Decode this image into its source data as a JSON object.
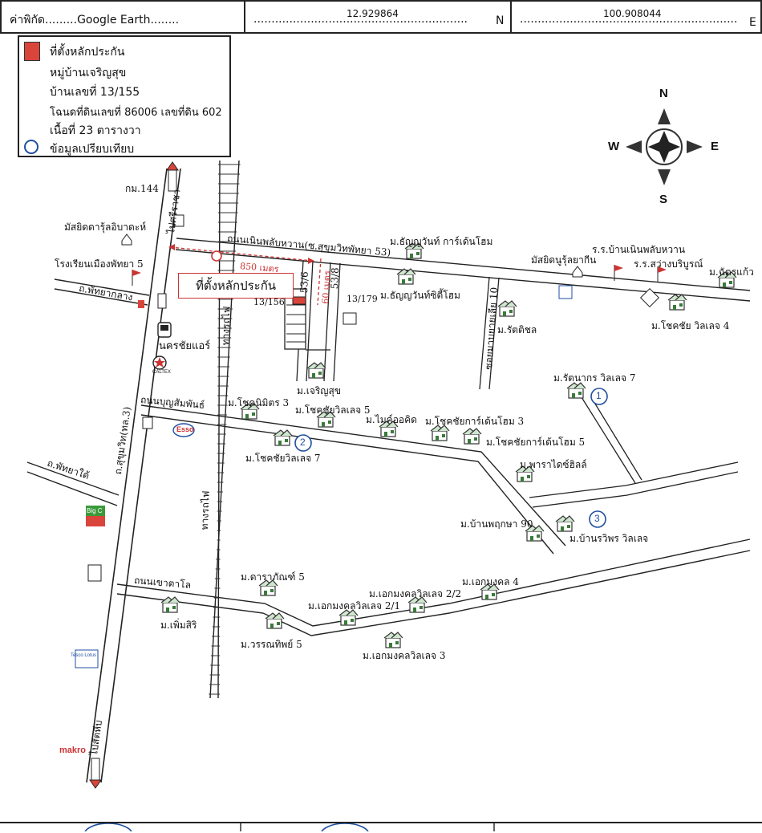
{
  "header": {
    "coord_label": "ค่าพิกัด.........Google Earth........",
    "latitude": "12.929864",
    "lat_suffix": "N",
    "longitude": "100.908044",
    "lon_suffix": "E"
  },
  "legend": {
    "subject_label": "ที่ตั้งหลักประกัน",
    "village": "หมู่บ้านเจริญสุข",
    "house_no": "บ้านเลขที่ 13/155",
    "deed": "โฉนดที่ดินเลขที่ 86006 เลขที่ดิน 602",
    "area": "เนื้อที่ 23 ตารางวา",
    "comparable_label": "ข้อมูลเปรียบเทียบ",
    "subject_color": "#d9453a",
    "comparable_color": "#1f4fa0"
  },
  "compass": {
    "n": "N",
    "s": "S",
    "e": "E",
    "w": "W"
  },
  "roads": {
    "nernplubwan": "ถนนเนินพลับหวาน(ซ.สุขุมวิทพัทยา 53)",
    "boonsamphan": "ถนนบุญสัมพันธ์",
    "khaotalo": "ถนนเขาตาโล",
    "sukhumvit": "ถ.สุขุมวิท(ทล.3)",
    "pattaya_tai": "ถ.พัทยาใต้",
    "pattaya_klang": "ถ.พัทยากลาง",
    "to_sriracha": "ไปศรีราชา",
    "to_sattahip": "ไปสัตหีบ",
    "rail1": "ทางรถไฟ",
    "rail2": "ทางรถไฟ",
    "soi_536": "53/6",
    "soi_538": "53/8",
    "soi_10": "ซอยมาบยายเลีย 10"
  },
  "distances": {
    "d850": "850 เมตร",
    "d60": "60 เมตร"
  },
  "subject_box": "ที่ตั้งหลักประกัน",
  "house_numbers": {
    "h13156": "13/156",
    "h13179": "13/179"
  },
  "km_marker": "กม.144",
  "places": {
    "mosque1": "มัสยิดดารุ้ลอิบาดะห์",
    "school1": "โรงเรียนเมืองพัทยา 5",
    "nakhonchai": "นครชัยแอร์",
    "caltex": "CALTEX",
    "esso": "Esso",
    "big_c": "Big C",
    "lotus": "Tesco Lotus",
    "makro": "makro",
    "mosque2": "มัสยิดนูรุ้ลยากีน",
    "school2": "ร.ร.บ้านเนินพลับหวาน",
    "school3": "ร.ร.สว่างบริบูรณ์"
  },
  "villages": [
    {
      "name": "ม.ธัญญวันท์ การ์เด้นโฮม"
    },
    {
      "name": "ม.ธัญญวันท์ซิตี้โฮม"
    },
    {
      "name": "ม.รัตติชล"
    },
    {
      "name": "ม.โชคชัย วิลเลจ 4"
    },
    {
      "name": "ม.ฉัตรแก้ว"
    },
    {
      "name": "ม.เจริญสุข"
    },
    {
      "name": "ม.โชคนิมิตร 3"
    },
    {
      "name": "ม.โชคชัยวิลเลจ 5"
    },
    {
      "name": "ม.ไมค์ออคิด"
    },
    {
      "name": "ม.โชคชัยการ์เด้นโฮม 3"
    },
    {
      "name": "ม.โชคชัยการ์เด้นโฮม 5"
    },
    {
      "name": "ม.โชคชัยวิลเลจ 7"
    },
    {
      "name": "ม.รัตนากร วิลเลจ 7"
    },
    {
      "name": "ม.พาราไดซ์ฮิลล์"
    },
    {
      "name": "ม.บ้านพฤกษา 90"
    },
    {
      "name": "ม.บ้านรวิพร วิลเลจ"
    },
    {
      "name": "ม.ดาราภัณฑ์ 5"
    },
    {
      "name": "ม.เอกมงคลวิลเลจ 2/2"
    },
    {
      "name": "ม.เอกมงคล 4"
    },
    {
      "name": "ม.เอกมงคลวิลเลจ 2/1"
    },
    {
      "name": "ม.เพิ่มสิริ"
    },
    {
      "name": "ม.วรรณทิพย์ 5"
    },
    {
      "name": "ม.เอกมงคลวิลเลจ 3"
    }
  ],
  "comparables": [
    "1",
    "2",
    "3"
  ]
}
